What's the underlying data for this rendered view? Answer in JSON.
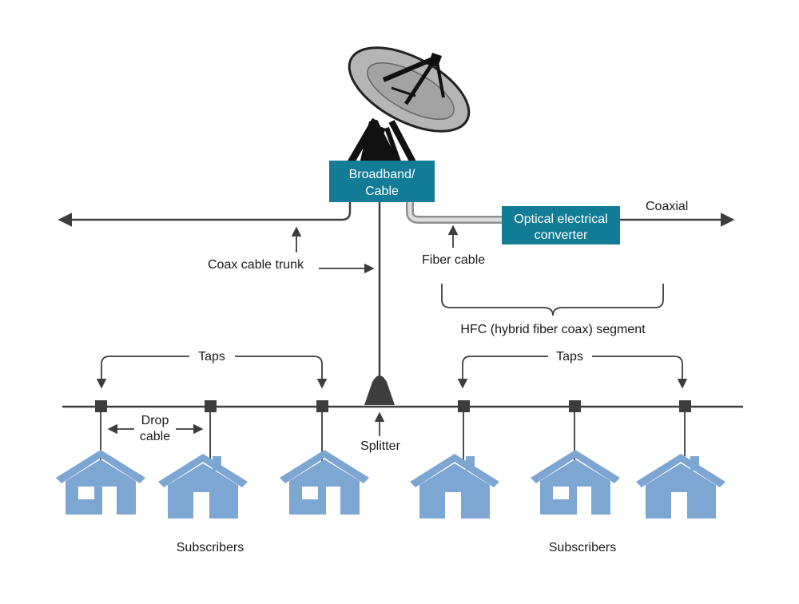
{
  "labels": {
    "broadband_line1": "Broadband/",
    "broadband_line2": "Cable",
    "converter_line1": "Optical electrical",
    "converter_line2": "converter",
    "coaxial": "Coaxial",
    "coax_trunk": "Coax cable trunk",
    "fiber_cable": "Fiber cable",
    "hfc_segment": "HFC (hybrid fiber coax) segment",
    "taps_left": "Taps",
    "taps_right": "Taps",
    "drop_line1": "Drop",
    "drop_line2": "cable",
    "splitter": "Splitter",
    "subscribers_left": "Subscribers",
    "subscribers_right": "Subscribers"
  },
  "colors": {
    "box_fill": "#127b96",
    "house_fill": "#7ea6d3",
    "line": "#3d3d3d",
    "dish": "#b5b5b5"
  },
  "icons": {
    "dish": "satellite-dish-icon",
    "house": "house-icon",
    "splitter": "splitter-icon",
    "tap": "tap-node-icon"
  }
}
